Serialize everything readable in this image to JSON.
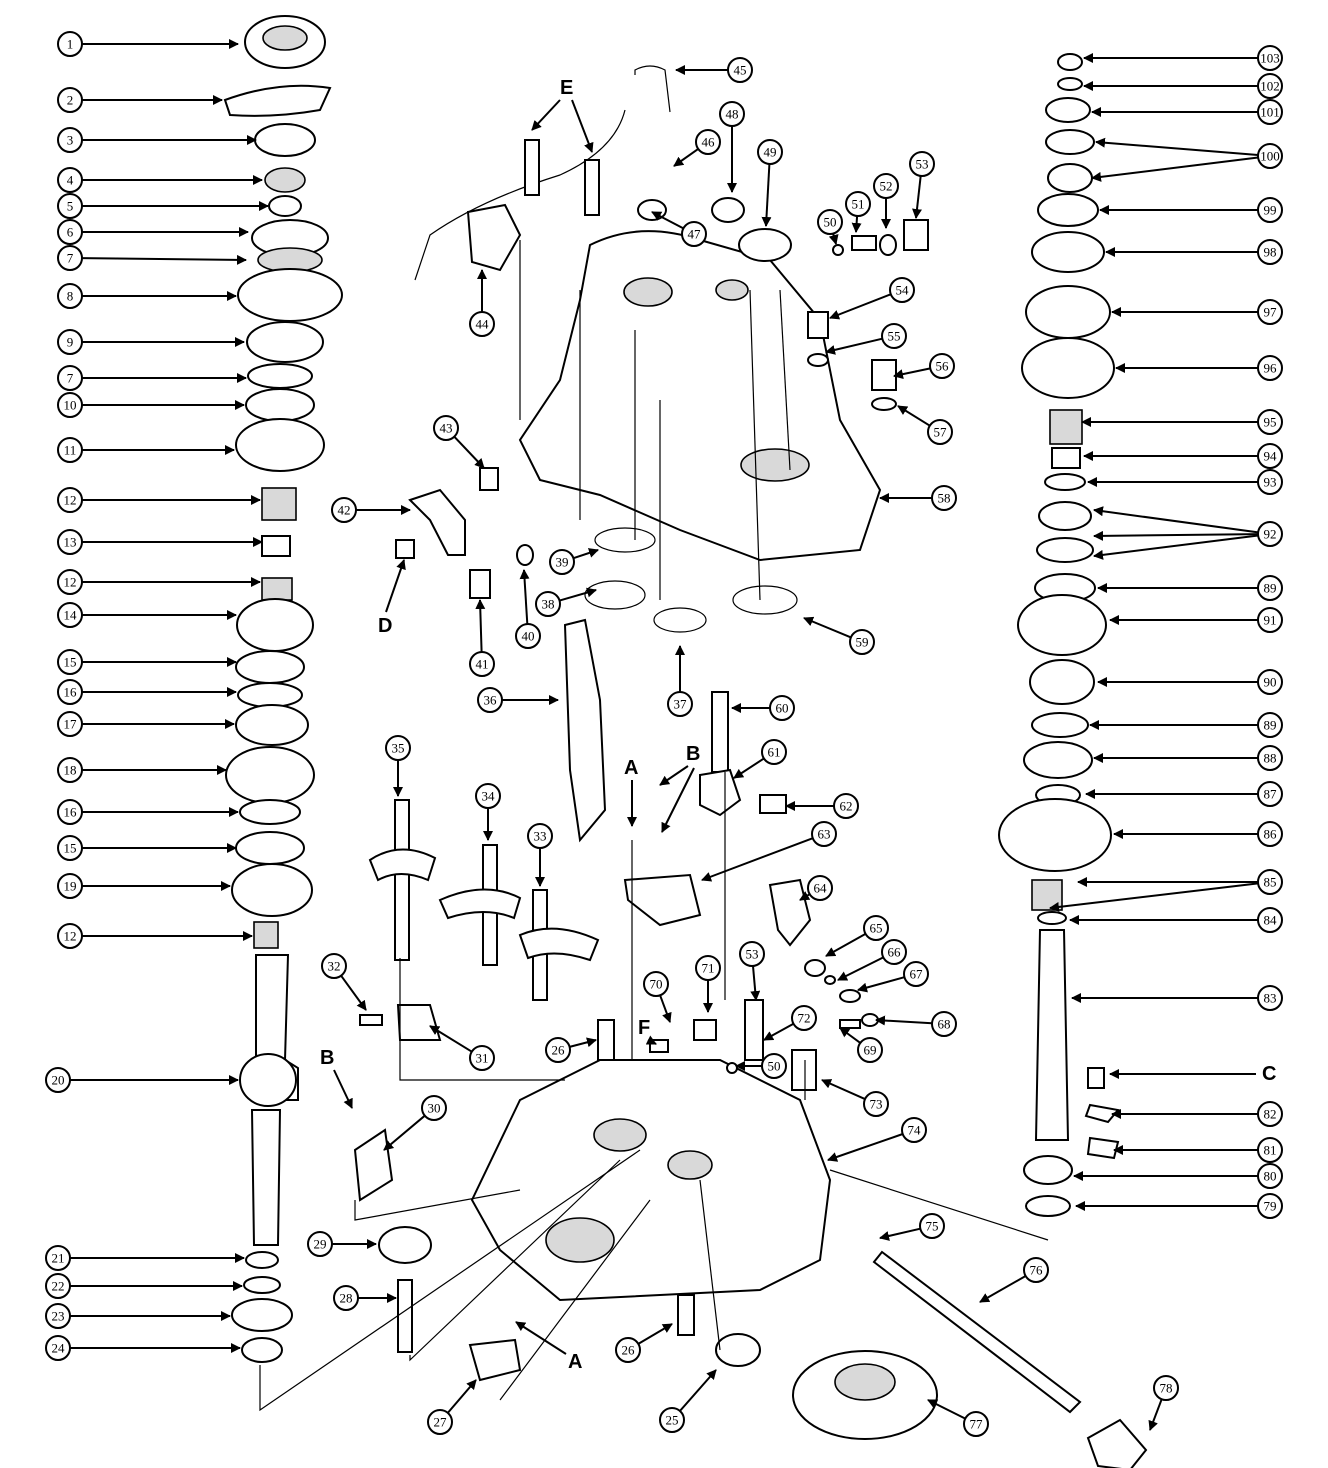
{
  "callouts": [
    {
      "id": "1",
      "label": "1"
    },
    {
      "id": "2",
      "label": "2"
    },
    {
      "id": "3",
      "label": "3"
    },
    {
      "id": "4",
      "label": "4"
    },
    {
      "id": "5",
      "label": "5"
    },
    {
      "id": "6",
      "label": "6"
    },
    {
      "id": "7a",
      "label": "7"
    },
    {
      "id": "8",
      "label": "8"
    },
    {
      "id": "9",
      "label": "9"
    },
    {
      "id": "7b",
      "label": "7"
    },
    {
      "id": "10",
      "label": "10"
    },
    {
      "id": "11",
      "label": "11"
    },
    {
      "id": "12a",
      "label": "12"
    },
    {
      "id": "13",
      "label": "13"
    },
    {
      "id": "12b",
      "label": "12"
    },
    {
      "id": "14",
      "label": "14"
    },
    {
      "id": "15a",
      "label": "15"
    },
    {
      "id": "16a",
      "label": "16"
    },
    {
      "id": "17",
      "label": "17"
    },
    {
      "id": "18",
      "label": "18"
    },
    {
      "id": "16b",
      "label": "16"
    },
    {
      "id": "15b",
      "label": "15"
    },
    {
      "id": "19",
      "label": "19"
    },
    {
      "id": "12c",
      "label": "12"
    },
    {
      "id": "20",
      "label": "20"
    },
    {
      "id": "21",
      "label": "21"
    },
    {
      "id": "22",
      "label": "22"
    },
    {
      "id": "23",
      "label": "23"
    },
    {
      "id": "24",
      "label": "24"
    },
    {
      "id": "25",
      "label": "25"
    },
    {
      "id": "26a",
      "label": "26"
    },
    {
      "id": "26b",
      "label": "26"
    },
    {
      "id": "27",
      "label": "27"
    },
    {
      "id": "28",
      "label": "28"
    },
    {
      "id": "29",
      "label": "29"
    },
    {
      "id": "30",
      "label": "30"
    },
    {
      "id": "31",
      "label": "31"
    },
    {
      "id": "32",
      "label": "32"
    },
    {
      "id": "33",
      "label": "33"
    },
    {
      "id": "34",
      "label": "34"
    },
    {
      "id": "35",
      "label": "35"
    },
    {
      "id": "36",
      "label": "36"
    },
    {
      "id": "37",
      "label": "37"
    },
    {
      "id": "38",
      "label": "38"
    },
    {
      "id": "39",
      "label": "39"
    },
    {
      "id": "40",
      "label": "40"
    },
    {
      "id": "41",
      "label": "41"
    },
    {
      "id": "42",
      "label": "42"
    },
    {
      "id": "43",
      "label": "43"
    },
    {
      "id": "44",
      "label": "44"
    },
    {
      "id": "45",
      "label": "45"
    },
    {
      "id": "46",
      "label": "46"
    },
    {
      "id": "47",
      "label": "47"
    },
    {
      "id": "48",
      "label": "48"
    },
    {
      "id": "49",
      "label": "49"
    },
    {
      "id": "50a",
      "label": "50"
    },
    {
      "id": "51",
      "label": "51"
    },
    {
      "id": "52",
      "label": "52"
    },
    {
      "id": "53a",
      "label": "53"
    },
    {
      "id": "54",
      "label": "54"
    },
    {
      "id": "55",
      "label": "55"
    },
    {
      "id": "56",
      "label": "56"
    },
    {
      "id": "57",
      "label": "57"
    },
    {
      "id": "58",
      "label": "58"
    },
    {
      "id": "59",
      "label": "59"
    },
    {
      "id": "60",
      "label": "60"
    },
    {
      "id": "61",
      "label": "61"
    },
    {
      "id": "62",
      "label": "62"
    },
    {
      "id": "63",
      "label": "63"
    },
    {
      "id": "64",
      "label": "64"
    },
    {
      "id": "65",
      "label": "65"
    },
    {
      "id": "66",
      "label": "66"
    },
    {
      "id": "67",
      "label": "67"
    },
    {
      "id": "68",
      "label": "68"
    },
    {
      "id": "69",
      "label": "69"
    },
    {
      "id": "70",
      "label": "70"
    },
    {
      "id": "71",
      "label": "71"
    },
    {
      "id": "72",
      "label": "72"
    },
    {
      "id": "53b",
      "label": "53"
    },
    {
      "id": "50b",
      "label": "50"
    },
    {
      "id": "73",
      "label": "73"
    },
    {
      "id": "74",
      "label": "74"
    },
    {
      "id": "75",
      "label": "75"
    },
    {
      "id": "76",
      "label": "76"
    },
    {
      "id": "77",
      "label": "77"
    },
    {
      "id": "78",
      "label": "78"
    },
    {
      "id": "79",
      "label": "79"
    },
    {
      "id": "80",
      "label": "80"
    },
    {
      "id": "81",
      "label": "81"
    },
    {
      "id": "82",
      "label": "82"
    },
    {
      "id": "83",
      "label": "83"
    },
    {
      "id": "84",
      "label": "84"
    },
    {
      "id": "85",
      "label": "85"
    },
    {
      "id": "86",
      "label": "86"
    },
    {
      "id": "87",
      "label": "87"
    },
    {
      "id": "88",
      "label": "88"
    },
    {
      "id": "89a",
      "label": "89"
    },
    {
      "id": "90",
      "label": "90"
    },
    {
      "id": "91",
      "label": "91"
    },
    {
      "id": "89b",
      "label": "89"
    },
    {
      "id": "92",
      "label": "92"
    },
    {
      "id": "93",
      "label": "93"
    },
    {
      "id": "94",
      "label": "94"
    },
    {
      "id": "95",
      "label": "95"
    },
    {
      "id": "96",
      "label": "96"
    },
    {
      "id": "97",
      "label": "97"
    },
    {
      "id": "98",
      "label": "98"
    },
    {
      "id": "99",
      "label": "99"
    },
    {
      "id": "100",
      "label": "100"
    },
    {
      "id": "101",
      "label": "101"
    },
    {
      "id": "102",
      "label": "102"
    },
    {
      "id": "103",
      "label": "103"
    }
  ],
  "letters": [
    {
      "id": "E",
      "label": "E"
    },
    {
      "id": "D",
      "label": "D"
    },
    {
      "id": "A1",
      "label": "A"
    },
    {
      "id": "B1",
      "label": "B"
    },
    {
      "id": "B2",
      "label": "B"
    },
    {
      "id": "F",
      "label": "F"
    },
    {
      "id": "C",
      "label": "C"
    },
    {
      "id": "A2",
      "label": "A"
    }
  ]
}
